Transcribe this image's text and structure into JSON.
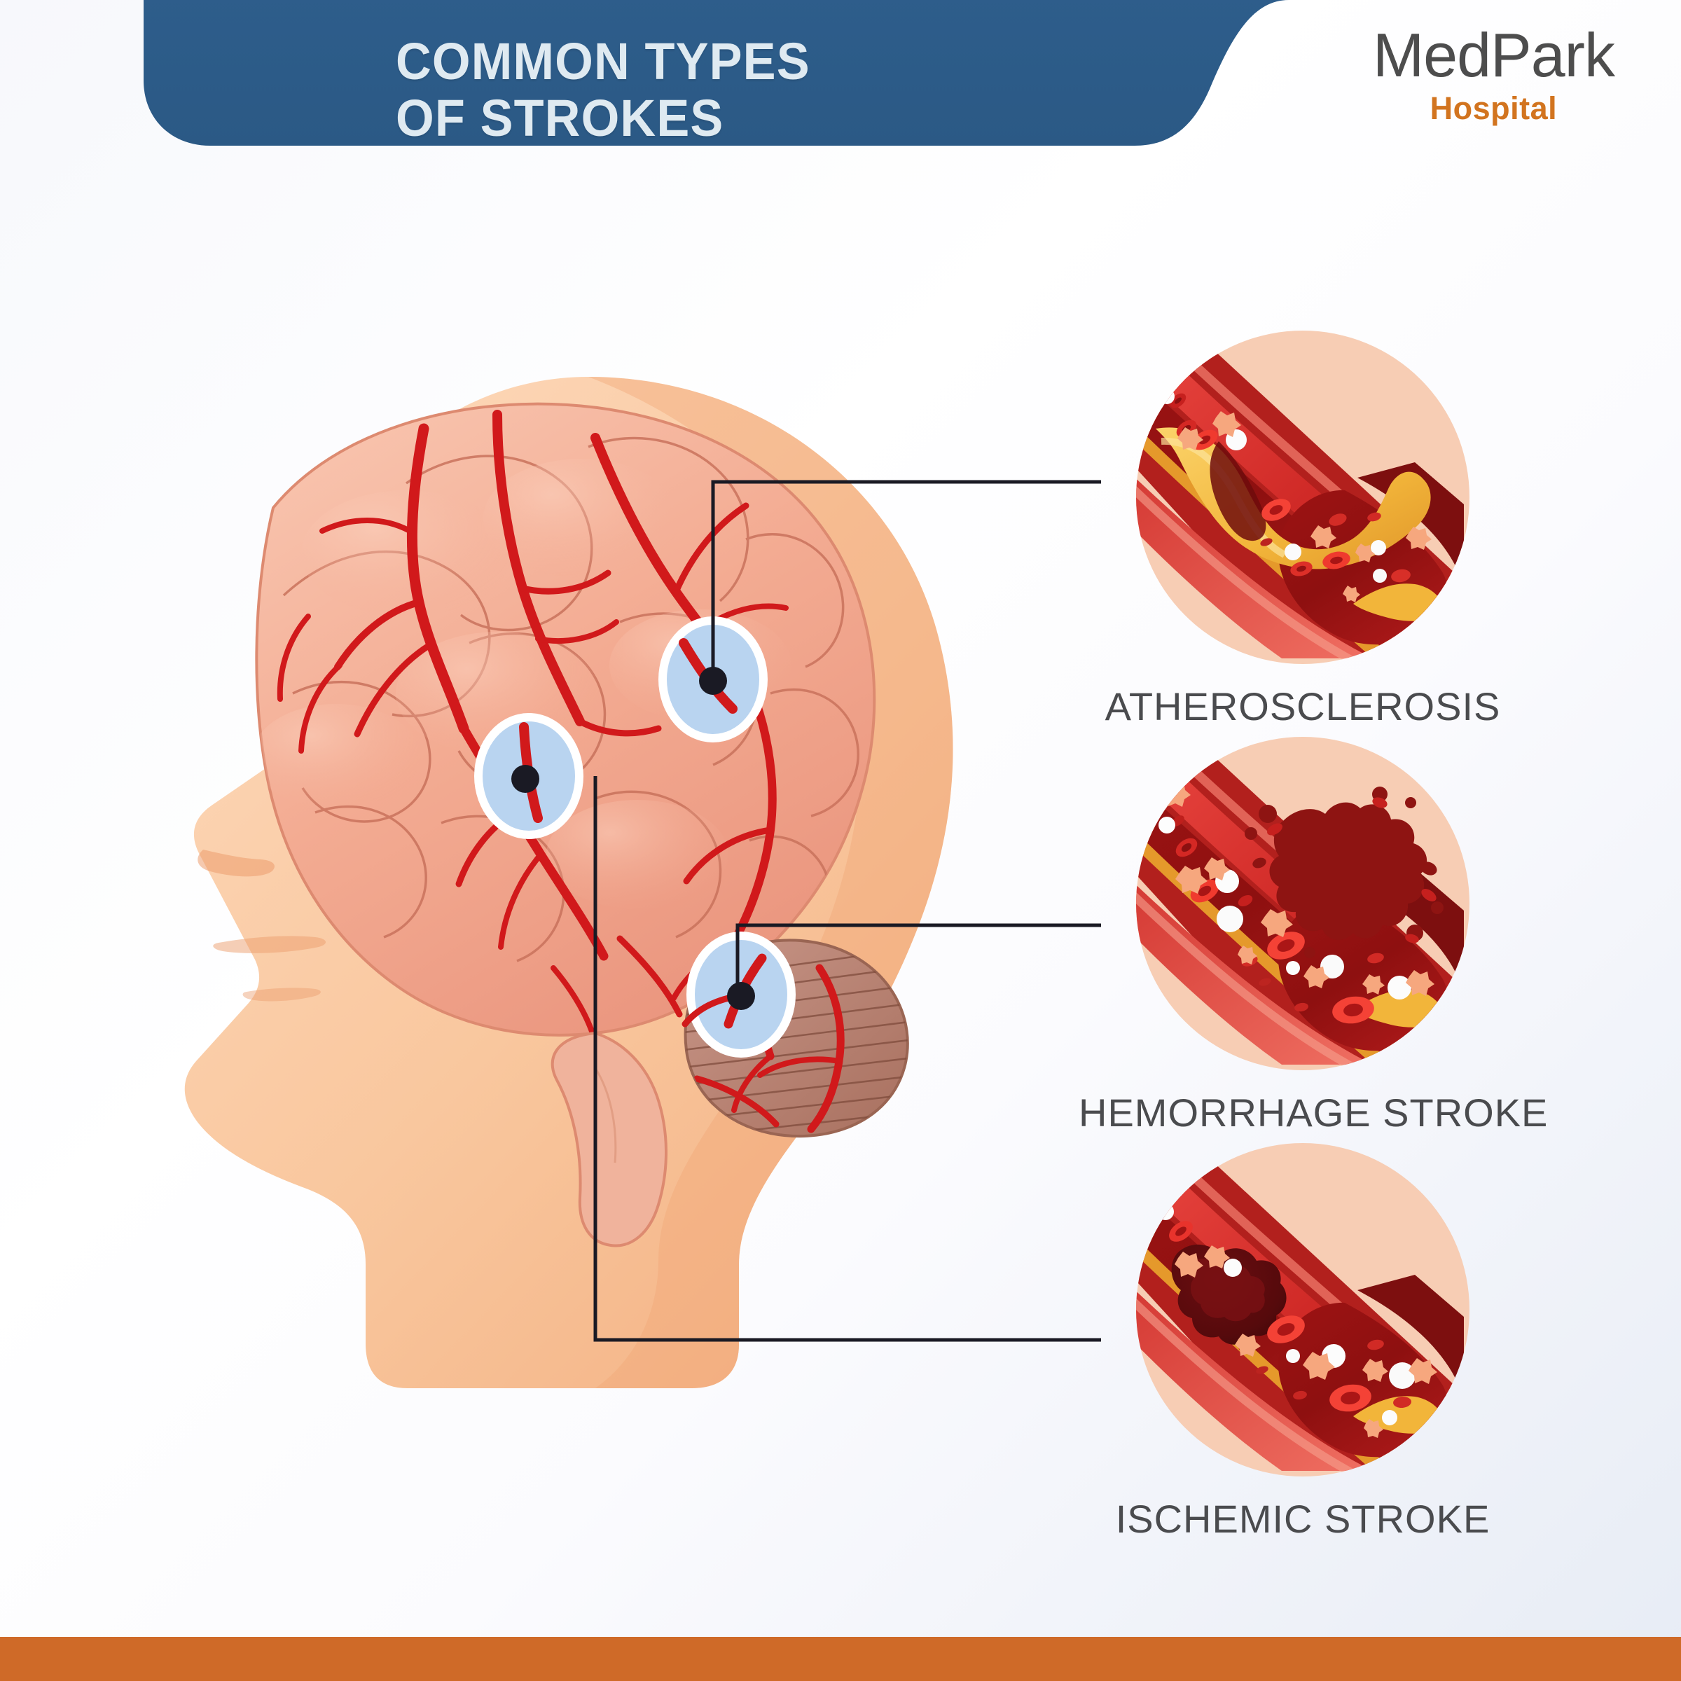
{
  "header": {
    "title_line1": "COMMON TYPES",
    "title_line2": "OF STROKES",
    "banner_color": "#2d5c8a",
    "title_color": "#dfeaf1"
  },
  "logo": {
    "brand": "MedPark",
    "sub": "Hospital",
    "brand_color": "#4d4d4d",
    "sub_color": "#d2741f"
  },
  "illustration": {
    "name": "human-head-brain-lateral-view",
    "skin_color": "#f9c9a1",
    "brain_color": "#f2a891",
    "vessel_color": "#d1191b",
    "cerebellum_color": "#c08b7e",
    "marker_fill": "#b9d4f0",
    "marker_ring": "#ffffff",
    "marker_dot": "#1a1a1a",
    "markers": [
      {
        "id": "marker-atherosclerosis",
        "target": "ATHEROSCLEROSIS"
      },
      {
        "id": "marker-hemorrhage",
        "target": "HEMORRHAGE STROKE"
      },
      {
        "id": "marker-ischemic",
        "target": "ISCHEMIC STROKE"
      }
    ]
  },
  "connectors": {
    "line_color": "#1a1a24",
    "line_width": 5
  },
  "panel": {
    "items": [
      {
        "label": "ATHEROSCLEROSIS",
        "illustration": "artery-cross-section-plaque-buildup",
        "circle_bg": "#f7cdb4",
        "has_plaque": true,
        "has_clot": false,
        "has_rupture": false
      },
      {
        "label": "HEMORRHAGE STROKE",
        "illustration": "artery-cross-section-ruptured-bleeding",
        "circle_bg": "#f7cdb4",
        "has_plaque": false,
        "has_clot": false,
        "has_rupture": true
      },
      {
        "label": "ISCHEMIC STROKE",
        "illustration": "artery-cross-section-blood-clot-blockage",
        "circle_bg": "#f7cdb4",
        "has_plaque": false,
        "has_clot": true,
        "has_rupture": false
      }
    ],
    "label_color": "#4a4b4e"
  },
  "footer": {
    "bar_color": "#cf6a28"
  }
}
